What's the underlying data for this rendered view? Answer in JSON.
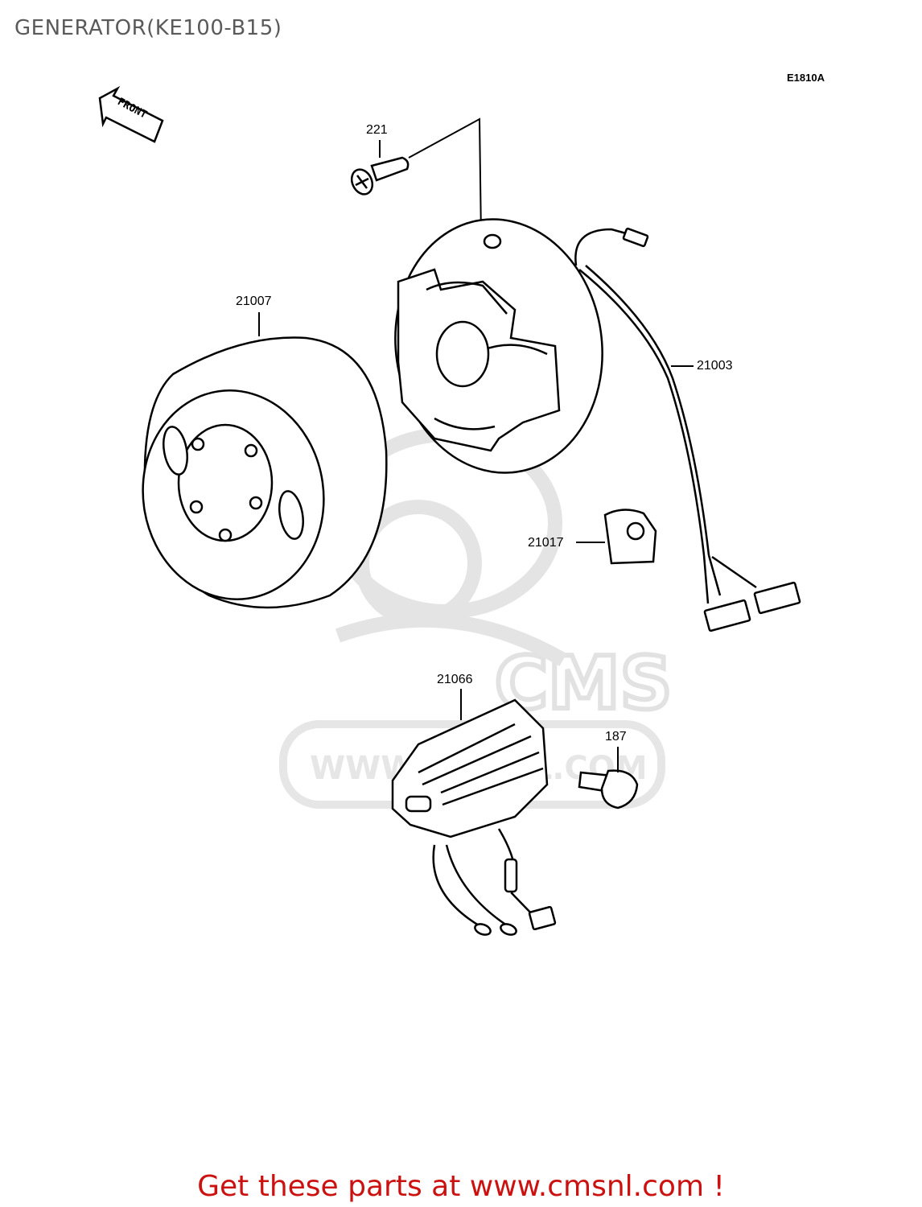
{
  "title": "GENERATOR(KE100-B15)",
  "diagram_code": "E1810A",
  "front_arrow_text": "FRONT",
  "parts": [
    {
      "ref": "221"
    },
    {
      "ref": "21007"
    },
    {
      "ref": "21003"
    },
    {
      "ref": "21017"
    },
    {
      "ref": "21066"
    },
    {
      "ref": "187"
    }
  ],
  "watermark": {
    "brand": "CMS",
    "url": "WWW.CMSNL.COM"
  },
  "cta": "Get these parts at www.cmsnl.com !",
  "colors": {
    "cta": "#cc1111",
    "title": "#5a5a5a",
    "line": "#000000",
    "watermark": "#e4e4e4"
  }
}
